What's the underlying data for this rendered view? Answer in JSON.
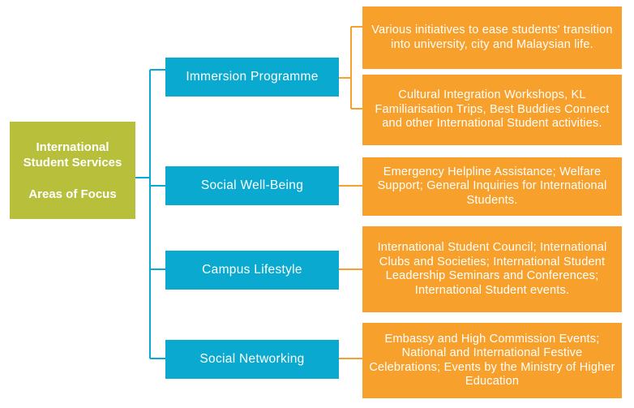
{
  "root": {
    "line1": "International",
    "line2": "Student Services",
    "line3": "Areas of Focus"
  },
  "categories": [
    {
      "label": "Immersion Programme",
      "details": [
        "Various initiatives to ease students' transition into university, city and Malaysian life.",
        "Cultural Integration Workshops, KL Familiarisation Trips, Best Buddies Connect and other International Student activities."
      ]
    },
    {
      "label": "Social Well-Being",
      "details": [
        "Emergency Helpline Assistance; Welfare Support; General Inquiries for International Students."
      ]
    },
    {
      "label": "Campus Lifestyle",
      "details": [
        "International Student Council; International Clubs and Societies; International Student Leadership Seminars and Conferences; International Student events."
      ]
    },
    {
      "label": "Social Networking",
      "details": [
        "Embassy and High Commission Events; National and International Festive Celebrations; Events by the Ministry of Higher Education"
      ]
    }
  ],
  "colors": {
    "root": "#b7bf3b",
    "category": "#0aa9cf",
    "detail": "#f7a12c"
  }
}
